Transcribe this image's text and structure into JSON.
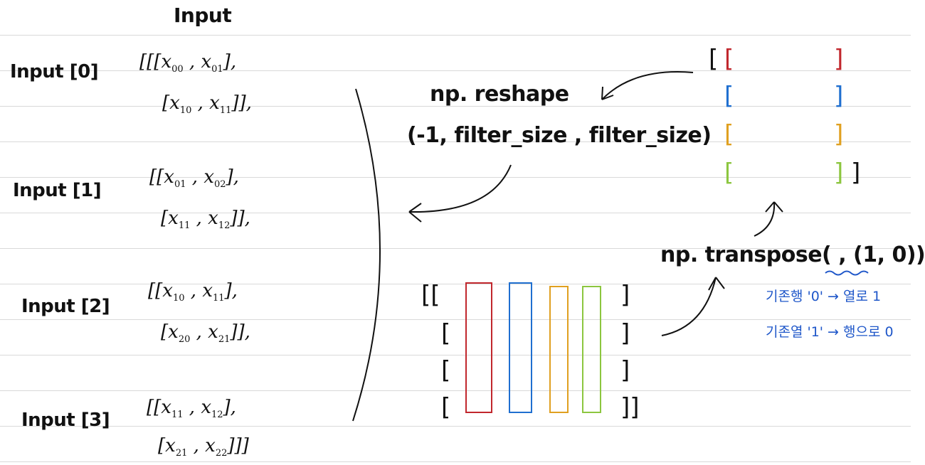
{
  "header": {
    "title": "Input"
  },
  "inputs": [
    {
      "label": "Input [0]",
      "row1": [
        "[[[",
        "x",
        "00",
        ",",
        "x",
        "01",
        "],"
      ],
      "row2": [
        "[",
        "x",
        "10",
        ",",
        "x",
        "11",
        "]],"
      ]
    },
    {
      "label": "Input [1]",
      "row1": [
        "[[",
        "x",
        "01",
        ",",
        "x",
        "02",
        "],"
      ],
      "row2": [
        "[",
        "x",
        "11",
        ",",
        "x",
        "12",
        "]],"
      ]
    },
    {
      "label": "Input [2]",
      "row1": [
        "[[",
        "x",
        "10",
        ",",
        "x",
        "11",
        "],"
      ],
      "row2": [
        "[",
        "x",
        "20",
        ",",
        "x",
        "21",
        "]],"
      ]
    },
    {
      "label": "Input [3]",
      "row1": [
        "[[",
        "x",
        "11",
        ",",
        "x",
        "12",
        "],"
      ],
      "row2": [
        "[",
        "x",
        "21",
        ",",
        "x",
        "22",
        "]]]"
      ]
    }
  ],
  "reshape": {
    "line1": "np. reshape",
    "line2": "(-1, filter_size , filter_size)"
  },
  "transpose": {
    "label": "np. transpose( , (1, 0))"
  },
  "notes": {
    "line1": "기존행 '0' → 열로 1",
    "line2": "기존열 '1' → 행으로 0"
  },
  "colors": {
    "red": "#c1272d",
    "blue": "#1f6fd0",
    "orange": "#e0a020",
    "green": "#8cc63f",
    "note_blue": "#1f57c9"
  }
}
